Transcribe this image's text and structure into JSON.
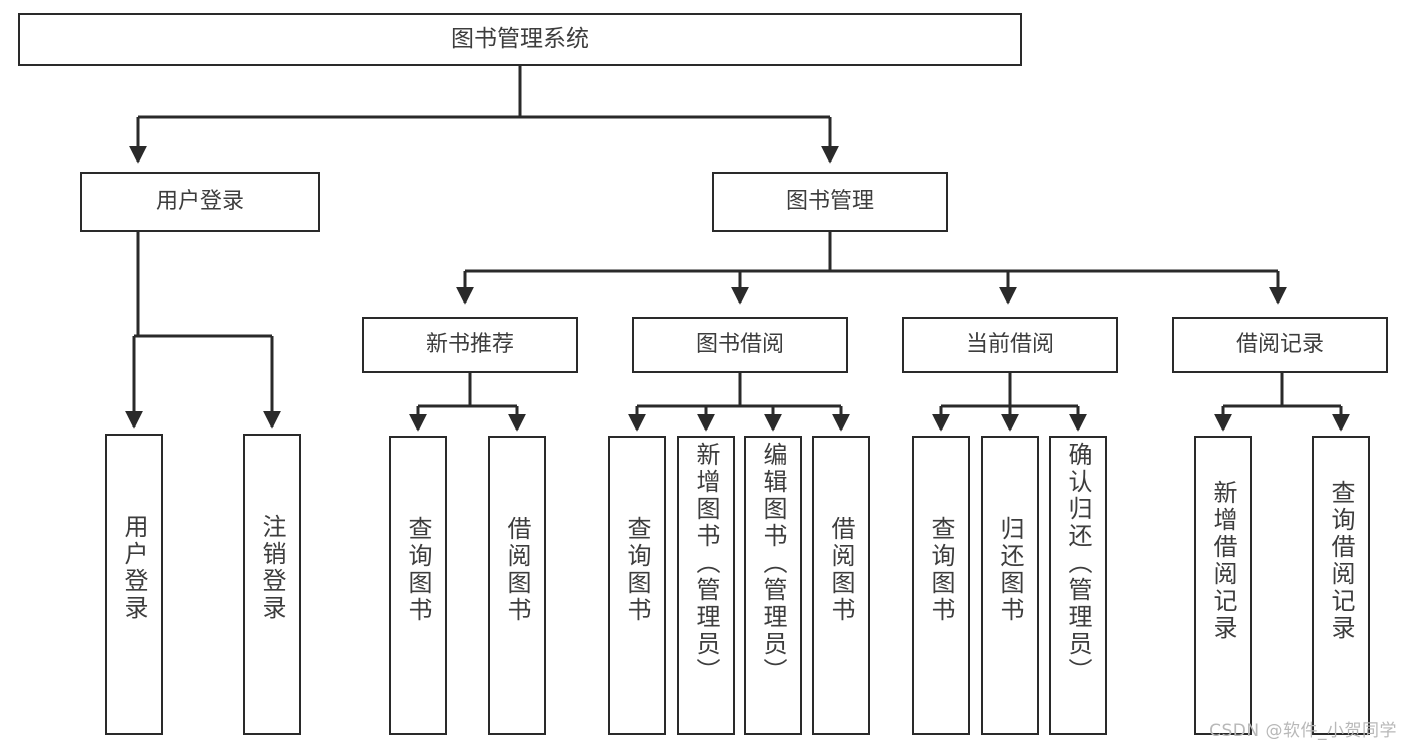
{
  "diagram": {
    "title": "图书管理系统",
    "type": "tree-hierarchy",
    "watermark": "CSDN @软件_小贺同学",
    "colors": {
      "stroke": "#2a2a2a",
      "text": "#3d3d3d",
      "background": "#ffffff",
      "watermark": "#b8b8b8"
    },
    "nodes": {
      "root": {
        "label": "图书管理系统",
        "level": 0
      },
      "level1": [
        {
          "id": "user-login",
          "label": "用户登录"
        },
        {
          "id": "book-manage",
          "label": "图书管理"
        }
      ],
      "level2": [
        {
          "id": "new-book-recommend",
          "label": "新书推荐",
          "parent": "book-manage"
        },
        {
          "id": "book-borrow",
          "label": "图书借阅",
          "parent": "book-manage"
        },
        {
          "id": "current-borrow",
          "label": "当前借阅",
          "parent": "book-manage"
        },
        {
          "id": "borrow-record",
          "label": "借阅记录",
          "parent": "book-manage"
        }
      ],
      "leaves": [
        {
          "id": "leaf-user-login",
          "label": "用户登录",
          "parent": "user-login"
        },
        {
          "id": "leaf-logout",
          "label": "注销登录",
          "parent": "user-login"
        },
        {
          "id": "leaf-query-book-1",
          "label": "查询图书",
          "parent": "new-book-recommend"
        },
        {
          "id": "leaf-borrow-book-1",
          "label": "借阅图书",
          "parent": "new-book-recommend"
        },
        {
          "id": "leaf-query-book-2",
          "label": "查询图书",
          "parent": "book-borrow"
        },
        {
          "id": "leaf-add-book",
          "label": "新增图书（管理员）",
          "parent": "book-borrow"
        },
        {
          "id": "leaf-edit-book",
          "label": "编辑图书（管理员）",
          "parent": "book-borrow"
        },
        {
          "id": "leaf-borrow-book-2",
          "label": "借阅图书",
          "parent": "book-borrow"
        },
        {
          "id": "leaf-query-book-3",
          "label": "查询图书",
          "parent": "current-borrow"
        },
        {
          "id": "leaf-return-book",
          "label": "归还图书",
          "parent": "current-borrow"
        },
        {
          "id": "leaf-confirm-return",
          "label": "确认归还（管理员）",
          "parent": "current-borrow"
        },
        {
          "id": "leaf-add-record",
          "label": "新增借阅记录",
          "parent": "borrow-record"
        },
        {
          "id": "leaf-query-record",
          "label": "查询借阅记录",
          "parent": "borrow-record"
        }
      ]
    }
  }
}
